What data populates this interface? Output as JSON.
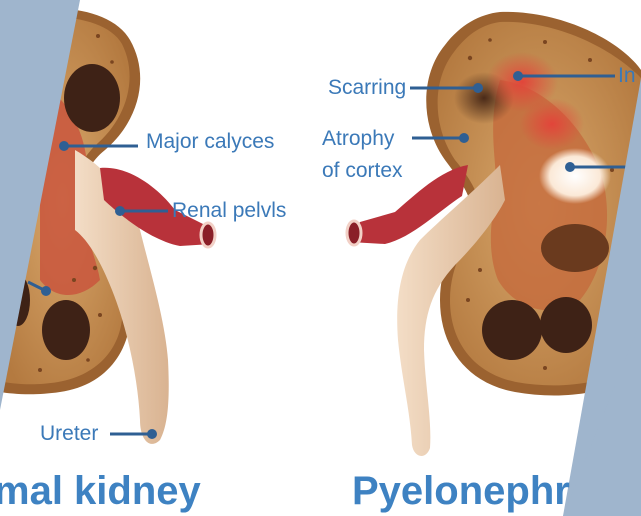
{
  "left_panel": {
    "title": "mal kidney",
    "labels": {
      "major_calyces": "Major calyces",
      "renal_pelvis": "Renal pelvls",
      "ureter": "Ureter"
    }
  },
  "right_panel": {
    "title": "Pyelonephr",
    "labels": {
      "scarring": "Scarring",
      "atrophy_line1": "Atrophy",
      "atrophy_line2": "of cortex",
      "inflammation_partial": "In"
    }
  },
  "colors": {
    "label_text": "#3b79b8",
    "title_text": "#3e82c2",
    "cortex": "#c8945a",
    "medulla": "#c46a3c",
    "vessel": "#b8323a",
    "pelvis": "#e7c9a9",
    "overlay": "#9fb5cd"
  }
}
